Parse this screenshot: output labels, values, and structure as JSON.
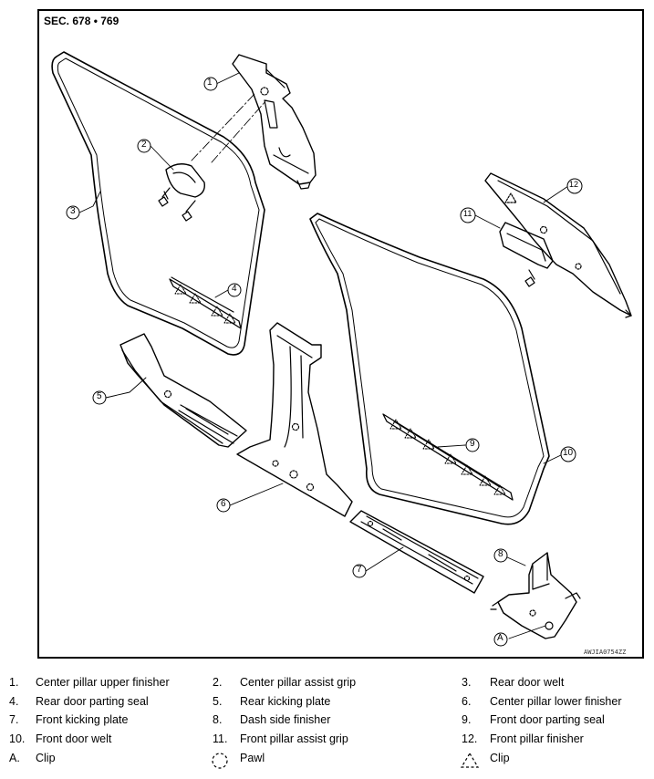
{
  "section_label": "SEC. 678 • 769",
  "figure_code": "AWJIA0754ZZ",
  "callouts": [
    "1",
    "2",
    "3",
    "4",
    "5",
    "6",
    "7",
    "8",
    "9",
    "10",
    "11",
    "12",
    "A"
  ],
  "legend": [
    {
      "num": "1.",
      "text": "Center pillar upper finisher"
    },
    {
      "num": "2.",
      "text": "Center pillar assist grip"
    },
    {
      "num": "3.",
      "text": "Rear door welt"
    },
    {
      "num": "4.",
      "text": "Rear door parting seal"
    },
    {
      "num": "5.",
      "text": "Rear kicking plate"
    },
    {
      "num": "6.",
      "text": "Center pillar lower finisher"
    },
    {
      "num": "7.",
      "text": "Front kicking plate"
    },
    {
      "num": "8.",
      "text": "Dash side finisher"
    },
    {
      "num": "9.",
      "text": "Front door parting seal"
    },
    {
      "num": "10.",
      "text": "Front door welt"
    },
    {
      "num": "11.",
      "text": "Front pillar assist grip"
    },
    {
      "num": "12.",
      "text": "Front pillar finisher"
    },
    {
      "num": "A.",
      "text": "Clip"
    },
    {
      "num": "",
      "text": "Pawl",
      "icon": "pawl-icon"
    },
    {
      "num": "",
      "text": "Clip",
      "icon": "clip-icon"
    }
  ]
}
